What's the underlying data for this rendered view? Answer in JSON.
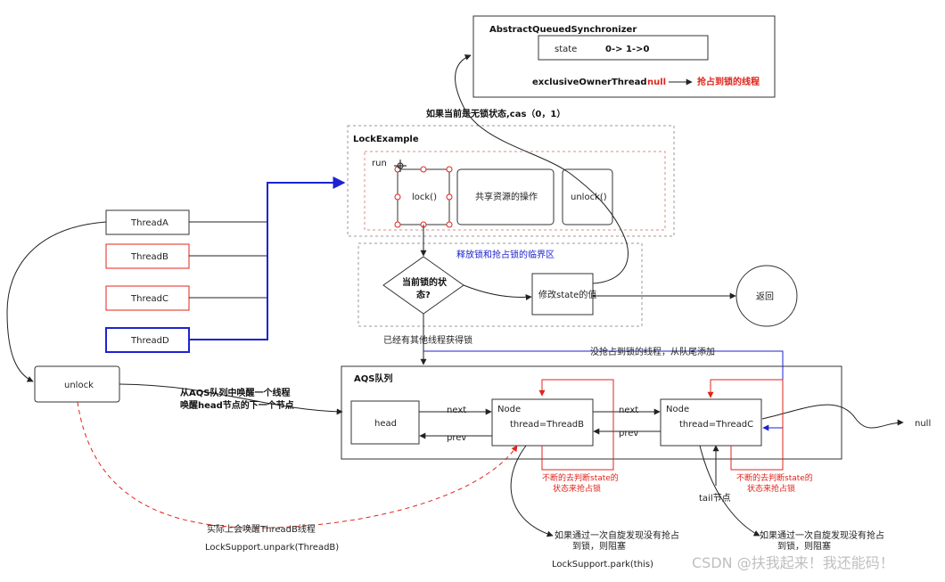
{
  "aqs_box": {
    "title": "AbstractQueuedSynchronizer",
    "state_label": "state",
    "state_value": "0-> 1->0",
    "owner_label": "exclusiveOwnerThread",
    "owner_value": "null",
    "owner_desc": "抢占到锁的线程"
  },
  "cas_note": "如果当前是无锁状态,cas（0，1）",
  "lock_example": {
    "title": "LockExample",
    "run_label": "run",
    "lock_label": "lock()",
    "shared_label": "共享资源的操作",
    "unlock_label": "unlock()"
  },
  "critical_zone": {
    "title": "释放锁和抢占锁的临界区",
    "decision_line1": "当前锁的状",
    "decision_line2": "态?",
    "modify_label": "修改state的值",
    "return_label": "返回"
  },
  "threads": [
    "ThreadA",
    "ThreadB",
    "ThreadC",
    "ThreadD"
  ],
  "unlock_box": "unlock",
  "unlock_note_line1": "从AQS队列中唤醒一个线程",
  "unlock_note_line2": "唤醒head节点的下一个节点",
  "acquired_note": "已经有其他线程获得锁",
  "tail_add_note": "没抢占到锁的线程，从队尾添加",
  "queue": {
    "title": "AQS队列",
    "head_label": "head",
    "node_label": "Node",
    "node_b_thread": "thread=ThreadB",
    "node_c_thread": "thread=ThreadC",
    "next_label": "next",
    "prev_label": "prev",
    "null_label": "null",
    "tail_label": "tail节点"
  },
  "spin_note_line1": "不断的去判断state的",
  "spin_note_line2": "状态来抢占锁",
  "block_note_line1": "如果通过一次自旋发现没有抢占",
  "block_note_line2": "到锁，则阻塞",
  "park_label": "LockSupport.park(this)",
  "wake_note": "实际上会唤醒ThreadB线程",
  "unpark_label": "LockSupport.unpark(ThreadB)",
  "watermark": "CSDN @扶我起来！我还能码！",
  "colors": {
    "red_border": "#e0241b",
    "blue_border": "#1d23d0",
    "blue_line": "#1d23d0",
    "gray_dash": "#9a9a9a",
    "pink_dash": "#e68a8a"
  }
}
